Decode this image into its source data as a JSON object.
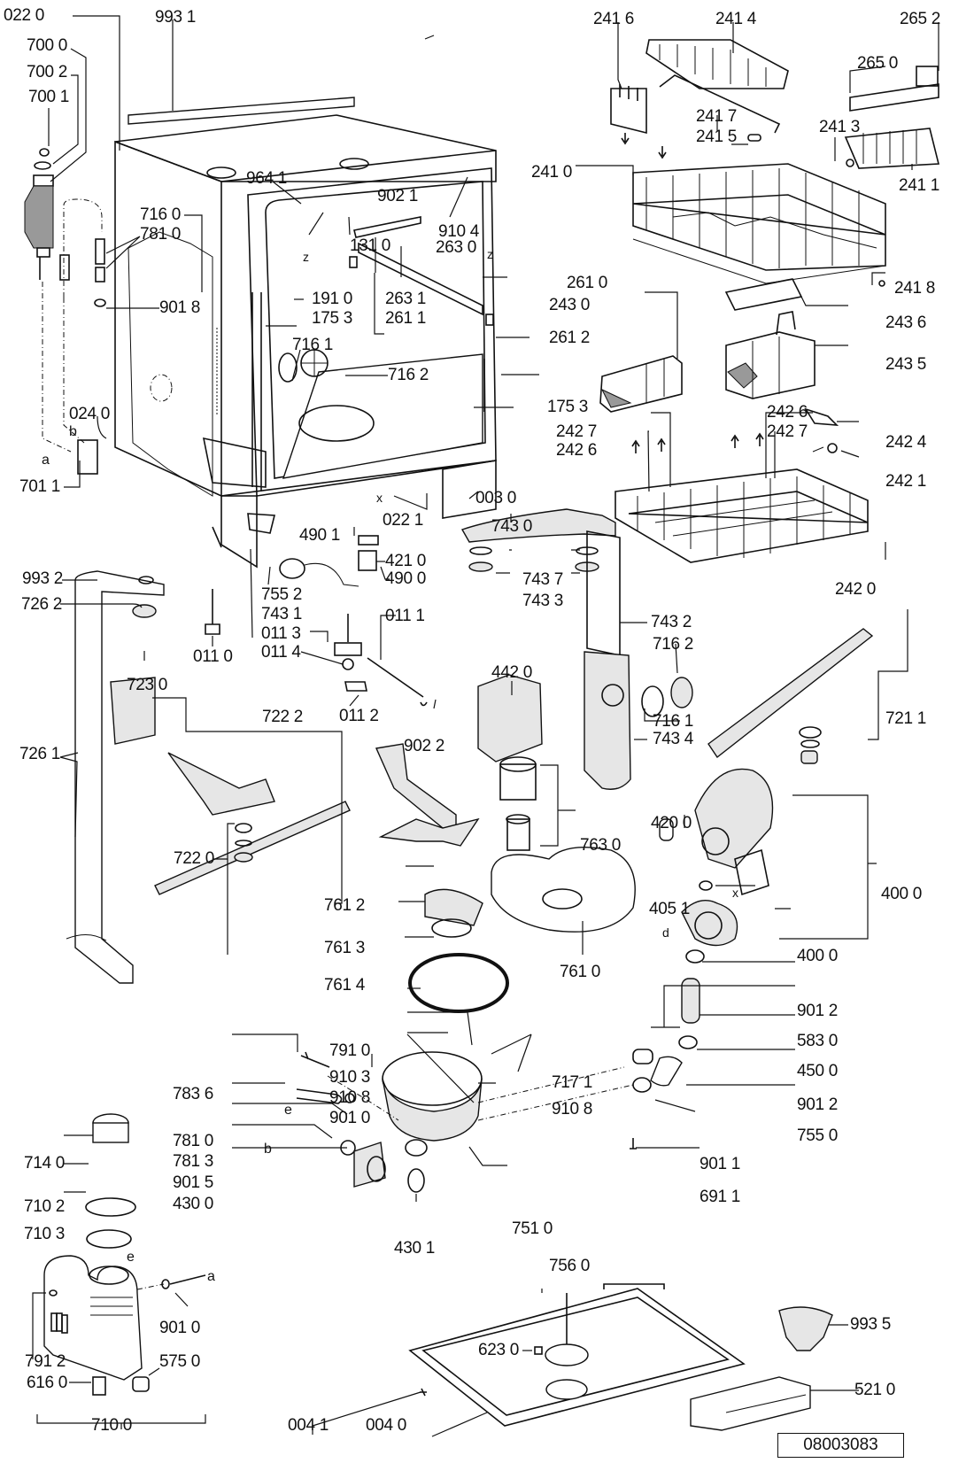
{
  "diagram": {
    "title": "Dishwasher exploded parts diagram",
    "reference_number": "08003083",
    "labels": {
      "l0220": "022 0",
      "l9931": "993 1",
      "l7000": "700 0",
      "l7002": "700 2",
      "l7001": "700 1",
      "l9641": "964 1",
      "l9021": "902 1",
      "l9104": "910 4",
      "l1310": "131 0",
      "l2630": "263 0",
      "l7160": "716 0",
      "l7810a": "781 0",
      "l9018": "901 8",
      "l1910": "191 0",
      "l1753a": "175 3",
      "l2631": "263 1",
      "l2611": "261 1",
      "l2610": "261 0",
      "l2612": "261 2",
      "l7161a": "716 1",
      "l7162a": "716 2",
      "l1753b": "175 3",
      "l0240": "024 0",
      "l7011": "701 1",
      "l0030": "003 0",
      "l0221": "022 1",
      "l4901": "490 1",
      "l4210": "421 0",
      "l4900": "490 0",
      "l9932": "993 2",
      "l7552": "755 2",
      "l7431": "743 1",
      "l0110": "011 0",
      "l0111": "011 1",
      "l0113": "011 3",
      "l0114": "011 4",
      "l0112": "011 2",
      "l9022": "902 2",
      "l7262": "726 2",
      "l7230": "723 0",
      "l7222": "722 2",
      "l7261": "726 1",
      "l7220": "722 0",
      "l2416": "241 6",
      "l2414": "241 4",
      "l2652": "265 2",
      "l2650": "265 0",
      "l2417": "241 7",
      "l2415": "241 5",
      "l2413": "241 3",
      "l2410": "241 0",
      "l2411": "241 1",
      "l2418": "241 8",
      "l2430": "243 0",
      "l2436": "243 6",
      "l2435": "243 5",
      "l2426a": "242 6",
      "l2427a": "242 7",
      "l2427b": "242 7",
      "l2426b": "242 6",
      "l2424": "242 4",
      "l2421": "242 1",
      "l2420": "242 0",
      "l7430": "743 0",
      "l7437": "743 7",
      "l7433": "743 3",
      "l7432": "743 2",
      "l7162b": "716 2",
      "l7161b": "716 1",
      "l7434": "743 4",
      "l7211": "721 1",
      "l4420": "442 0",
      "l7630": "763 0",
      "l7612": "761 2",
      "l7613": "761 3",
      "l7614": "761 4",
      "l7610": "761 0",
      "l4200": "420 0",
      "l4051": "405 1",
      "l4000a": "400 0",
      "l4000b": "400 0",
      "l9012a": "901 2",
      "l5830": "583 0",
      "l4500": "450 0",
      "l9012b": "901 2",
      "l7550": "755 0",
      "l9011": "901 1",
      "l6911": "691 1",
      "l7910": "791 0",
      "l9103": "910 3",
      "l9108a": "910 8",
      "l9010a": "901 0",
      "l7171": "717 1",
      "l9108b": "910 8",
      "l7836": "783 6",
      "l7810b": "781 0",
      "l7813": "781 3",
      "l9015": "901 5",
      "l4300": "430 0",
      "l7510": "751 0",
      "l4301": "430 1",
      "l7140": "714 0",
      "l7102": "710 2",
      "l7103": "710 3",
      "l9010b": "901 0",
      "l7912": "791 2",
      "l6160": "616 0",
      "l5750": "575 0",
      "l7100": "710 0",
      "l0041": "004 1",
      "l0040": "004 0",
      "l7560": "756 0",
      "l6230": "623 0",
      "l9935": "993 5",
      "l5210": "521 0"
    },
    "markers": {
      "a": "a",
      "b": "b",
      "b2": "b",
      "e": "e",
      "e2": "e",
      "x": "x",
      "x2": "x",
      "z": "z",
      "z2": "z",
      "d": "d",
      "a2": "a"
    }
  }
}
